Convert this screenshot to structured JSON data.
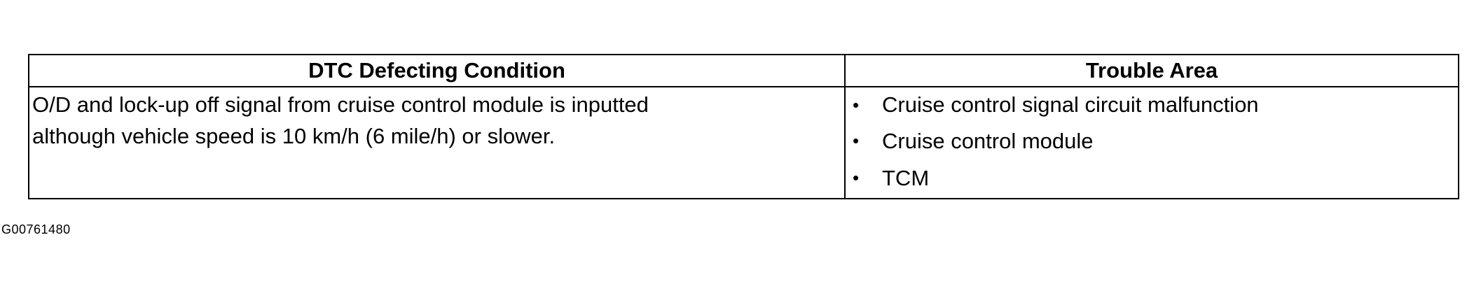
{
  "table": {
    "headers": {
      "condition": "DTC Defecting Condition",
      "trouble_area": "Trouble Area"
    },
    "condition_lines": [
      "O/D and lock-up off signal from cruise control module is inputted",
      "although vehicle speed is 10 km/h (6 mile/h) or slower."
    ],
    "bullet": "•",
    "trouble_areas": [
      "Cruise control signal circuit malfunction",
      "Cruise control module",
      "TCM"
    ]
  },
  "figure_id": "G00761480"
}
